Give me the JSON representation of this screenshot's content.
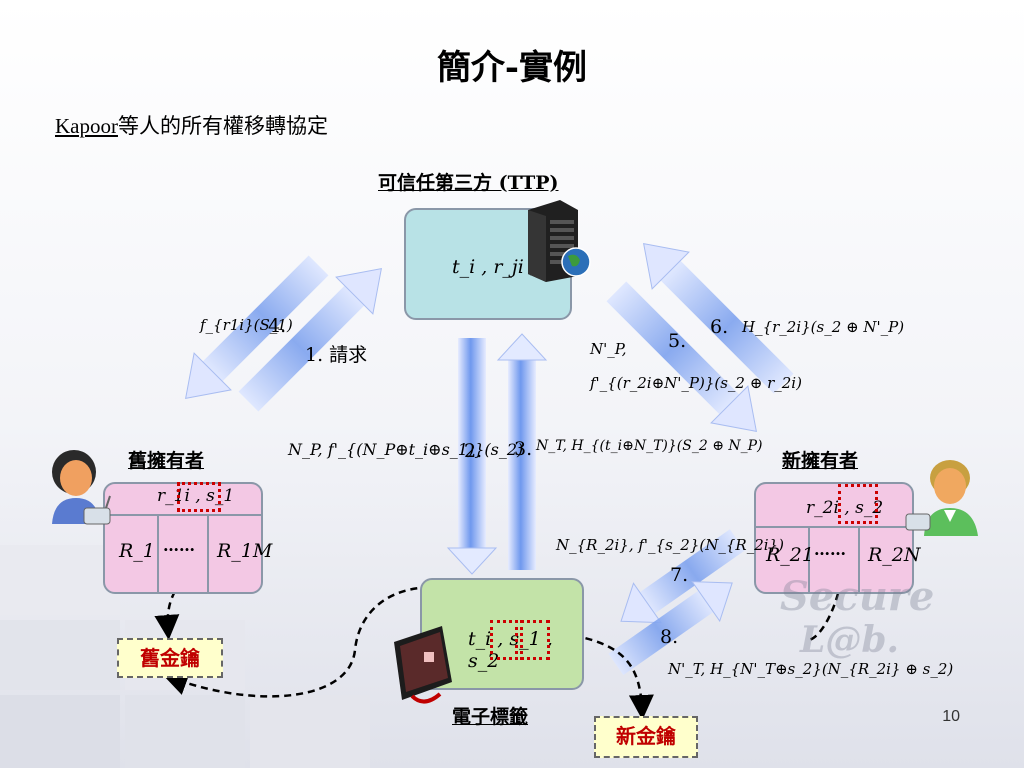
{
  "title": "簡介-實例",
  "subtitle": {
    "link": "Kapoor",
    "rest": "等人的所有權移轉協定"
  },
  "ttp": {
    "label": "可信任第三方 (TTP)",
    "content": "t_i , r_ji , s_i"
  },
  "old_owner": {
    "label": "舊擁有者",
    "row1": "r_1i , s_1",
    "r1": "R_1",
    "dots": "……",
    "rm": "R_1M"
  },
  "new_owner": {
    "label": "新擁有者",
    "row1": "r_2i , s_2",
    "r1": "R_21",
    "dots": "……",
    "rm": "R_2N"
  },
  "tag": {
    "label": "電子標籤",
    "content": "t_i , s_1 , s_2"
  },
  "keys": {
    "old": "舊金鑰",
    "new": "新金鑰"
  },
  "steps": {
    "s1": "1. 請求",
    "s2": "2.",
    "s3": "3.",
    "s4": "4.",
    "s5": "5.",
    "s6": "6.",
    "s7": "7.",
    "s8": "8."
  },
  "messages": {
    "m4": "f_{r1i}(S_1)",
    "m2": "N_P, f'_{(N_P⊕t_i⊕s_1)}(s_2)",
    "m3": "N_T, H_{(t_i⊕N_T)}(S_2 ⊕ N_P)",
    "m5a": "N'_P,",
    "m5b": "f'_{(r_2i⊕N'_P)}(s_2 ⊕ r_2i)",
    "m6": "H_{r_2i}(s_2 ⊕ N'_P)",
    "m7": "N_{R_2i}, f'_{s_2}(N_{R_2i})",
    "m8": "N'_T, H_{N'_T⊕s_2}(N_{R_2i} ⊕ s_2)"
  },
  "watermark": "Secure L@b.",
  "page_number": "10"
}
